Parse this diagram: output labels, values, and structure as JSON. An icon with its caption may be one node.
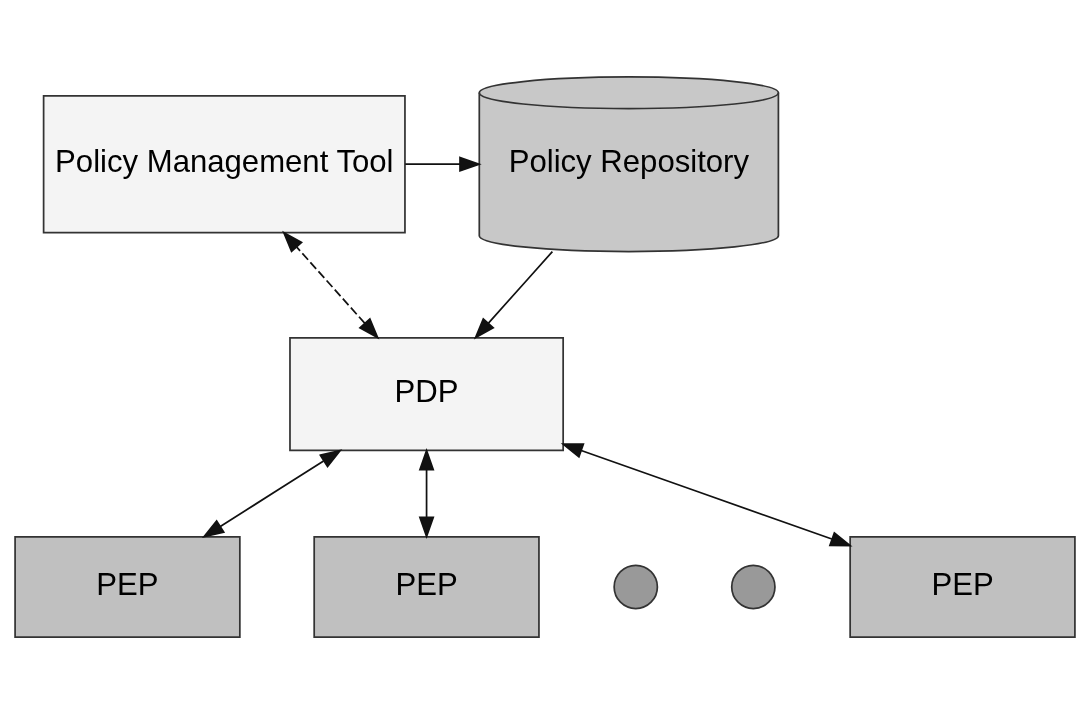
{
  "diagram": {
    "nodes": [
      {
        "text": [
          "Policy Management Tool"
        ]
      },
      {
        "text": [
          "Policy Repository"
        ]
      },
      {
        "text": [
          "PDP"
        ]
      },
      {
        "text": [
          "PEP"
        ]
      },
      {
        "text": [
          "PEP"
        ]
      },
      {
        "text": [],
        "shape": "circle"
      },
      {
        "text": [],
        "shape": "circle"
      },
      {
        "text": [
          "PEP"
        ]
      }
    ],
    "edges": [
      {
        "from": 0,
        "to": 1,
        "arrow": "to"
      },
      {
        "from": 2,
        "to": 0,
        "arrow": "both",
        "style": "dashed"
      },
      {
        "from": 1,
        "to": 2,
        "arrow": "to"
      },
      {
        "from": 2,
        "to": 3,
        "arrow": "both"
      },
      {
        "from": 2,
        "to": 4,
        "arrow": "both"
      },
      {
        "from": 2,
        "to": 7,
        "arrow": "both"
      }
    ]
  }
}
